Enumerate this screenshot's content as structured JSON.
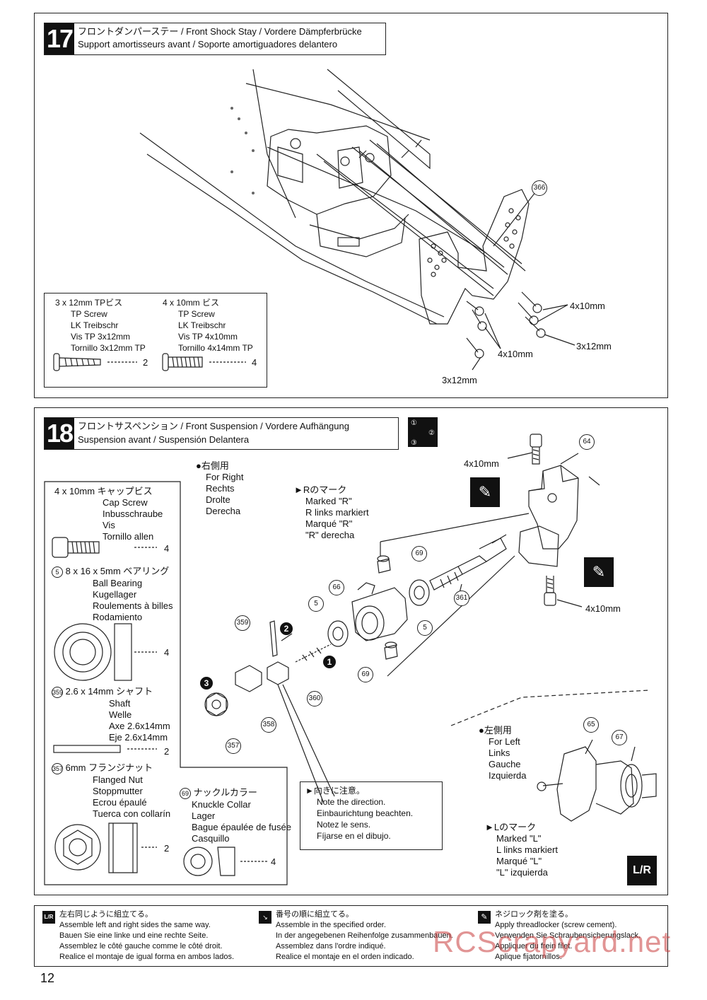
{
  "step17": {
    "number": "17",
    "title_line1": "フロントダンパーステー / Front Shock Stay / Vordere Dämpferbrücke",
    "title_line2": "Support amortisseurs avant / Soporte amortiguadores delantero",
    "part_callout": "366",
    "labels": {
      "a": "4x10mm",
      "b": "3x12mm",
      "c": "4x10mm",
      "d": "3x12mm"
    },
    "parts": [
      {
        "size": "3 x 12mm TPビス",
        "names": [
          "TP Screw",
          "LK Treibschr",
          "Vis TP 3x12mm",
          "Tornillo 3x12mm TP"
        ],
        "qty": "2"
      },
      {
        "size": "4 x 10mm ビス",
        "names": [
          "TP Screw",
          "LK Treibschr",
          "Vis TP 4x10mm",
          "Tornillo 4x14mm TP"
        ],
        "qty": "4"
      }
    ]
  },
  "step18": {
    "number": "18",
    "title_line1": "フロントサスペンション / Front Suspension / Vordere Aufhängung",
    "title_line2": "Suspension avant / Suspensión Delantera",
    "order_icon": [
      "①",
      "②",
      "③"
    ],
    "right_side": [
      "●右側用",
      "For Right",
      "Rechts",
      "Drolte",
      "Derecha"
    ],
    "r_mark": [
      "►Rのマーク",
      "Marked \"R\"",
      "R links markiert",
      "Marqué \"R\"",
      "\"R\" derecha"
    ],
    "left_side": [
      "●左側用",
      "For Left",
      "Links",
      "Gauche",
      "Izquierda"
    ],
    "l_mark": [
      "►Lのマーク",
      "Marked \"L\"",
      "L links markiert",
      "Marqué \"L\"",
      "\"L\" izquierda"
    ],
    "direction_note": [
      "►向きに注意。",
      "Note the direction.",
      "Einbaurichtung beachten.",
      "Notez le sens.",
      "Fíjarse en el dibujo."
    ],
    "labels": {
      "top": "4x10mm",
      "bottom": "4x10mm"
    },
    "callouts": [
      "64",
      "69",
      "361",
      "66",
      "5",
      "5",
      "69",
      "359",
      "360",
      "358",
      "357",
      "65",
      "67"
    ],
    "seq": [
      "1",
      "2",
      "3"
    ],
    "parts": [
      {
        "id": "",
        "size": "4 x 10mm キャップビス",
        "names": [
          "Cap Screw",
          "Inbusschraube",
          "Vis",
          "Tornillo allen"
        ],
        "qty": "4"
      },
      {
        "id": "5",
        "size": "8 x 16 x 5mm ベアリング",
        "names": [
          "Ball Bearing",
          "Kugellager",
          "Roulements à billes",
          "Rodamiento"
        ],
        "qty": "4"
      },
      {
        "id": "359",
        "size": "2.6 x 14mm シャフト",
        "names": [
          "Shaft",
          "Welle",
          "Axe 2.6x14mm",
          "Eje 2.6x14mm"
        ],
        "qty": "2"
      },
      {
        "id": "357",
        "size": "6mm フランジナット",
        "names": [
          "Flanged Nut",
          "Stoppmutter",
          "Ecrou épaulé",
          "Tuerca con collarín"
        ],
        "qty": "2"
      },
      {
        "id": "69",
        "size": "ナックルカラー",
        "names": [
          "Knuckle Collar",
          "Lager",
          "Bague épaulée de fusée",
          "Casquillo"
        ],
        "qty": "4"
      }
    ]
  },
  "legend": [
    {
      "icon": "L/R",
      "lines": [
        "左右同じように組立てる。",
        "Assemble left and right sides the same way.",
        "Bauen Sie eine linke und eine rechte Seite.",
        "Assemblez le côté gauche comme le côté droit.",
        "Realice el montaje de igual forma en ambos lados."
      ]
    },
    {
      "icon": "order",
      "lines": [
        "番号の順に組立てる。",
        "Assemble in the specified order.",
        "In der angegebenen Reihenfolge zusammenbauen.",
        "Assemblez dans l'ordre indiqué.",
        "Realice el montaje en el orden indicado."
      ]
    },
    {
      "icon": "threadlock",
      "lines": [
        "ネジロック剤を塗る。",
        "Apply threadlocker (screw cement).",
        "Verwenden Sie Schraubensicherungslack.",
        "Appliquer du frein filet.",
        "Aplique fijatornillos."
      ]
    }
  ],
  "page_number": "12",
  "watermark": "RCScrapyard.net"
}
